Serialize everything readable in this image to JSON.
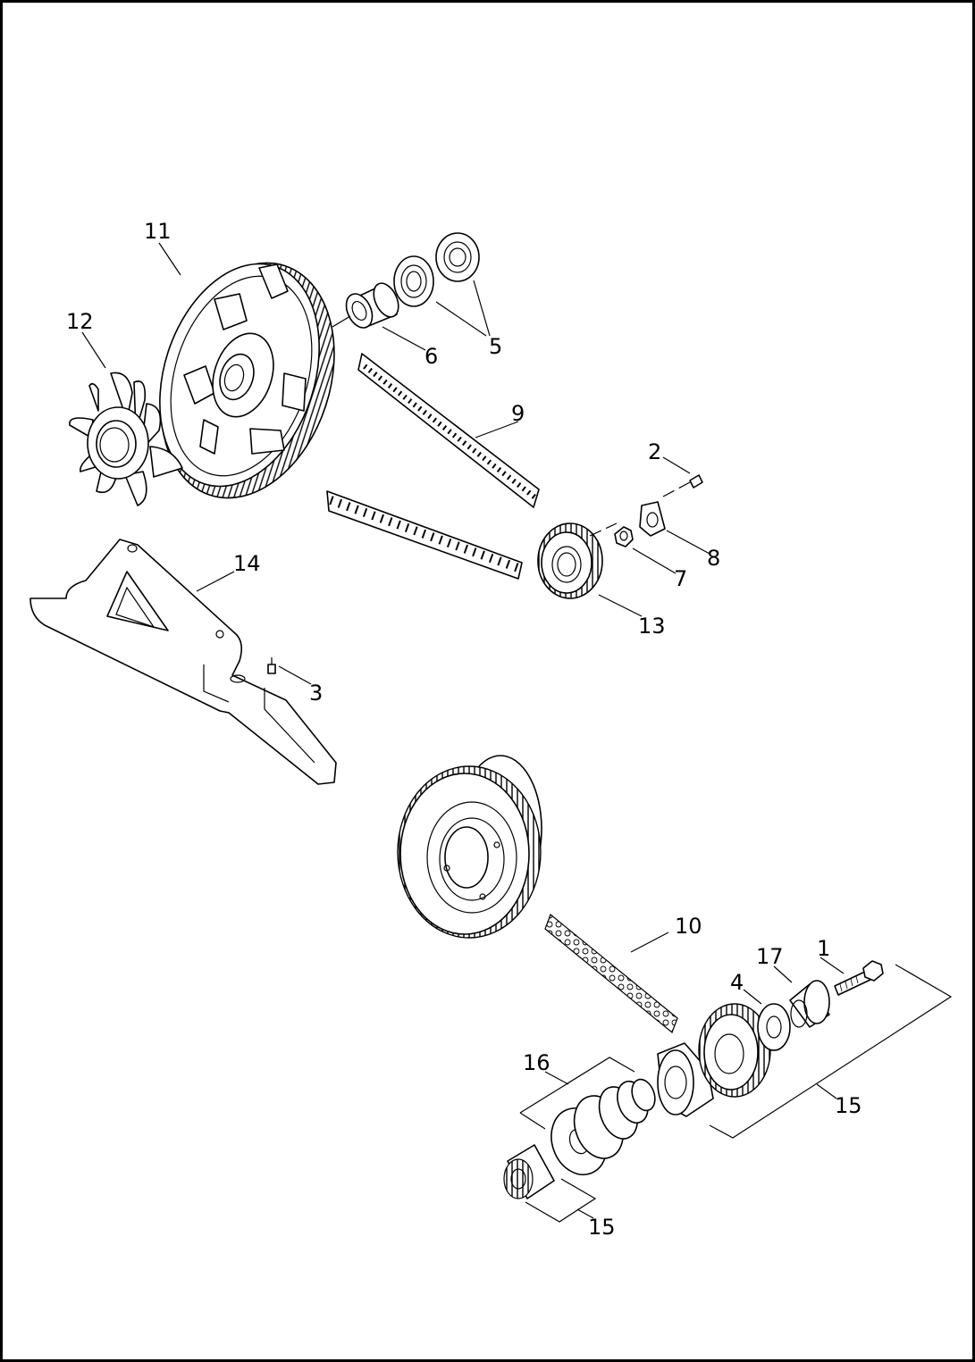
{
  "diagram": {
    "callouts": [
      {
        "id": "c1",
        "label": "1"
      },
      {
        "id": "c2",
        "label": "2"
      },
      {
        "id": "c3",
        "label": "3"
      },
      {
        "id": "c4",
        "label": "4"
      },
      {
        "id": "c5",
        "label": "5"
      },
      {
        "id": "c6",
        "label": "6"
      },
      {
        "id": "c7",
        "label": "7"
      },
      {
        "id": "c8",
        "label": "8"
      },
      {
        "id": "c9",
        "label": "9"
      },
      {
        "id": "c10",
        "label": "10"
      },
      {
        "id": "c11",
        "label": "11"
      },
      {
        "id": "c12",
        "label": "12"
      },
      {
        "id": "c13",
        "label": "13"
      },
      {
        "id": "c14",
        "label": "14"
      },
      {
        "id": "c15a",
        "label": "15"
      },
      {
        "id": "c15b",
        "label": "15"
      },
      {
        "id": "c16",
        "label": "16"
      },
      {
        "id": "c17",
        "label": "17"
      }
    ]
  }
}
